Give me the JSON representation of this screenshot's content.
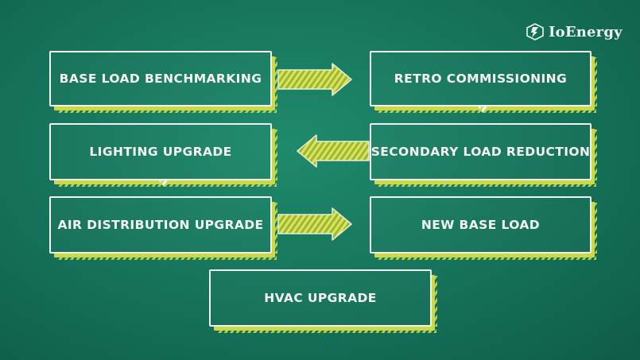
{
  "brand": {
    "name": "IoEnergy"
  },
  "boxes": {
    "base_load_benchmarking": "BASE LOAD BENCHMARKING",
    "retro_commissioning": "RETRO COMMISSIONING",
    "lighting_upgrade": "LIGHTING UPGRADE",
    "secondary_load_reduction": "SECONDARY LOAD REDUCTION",
    "air_distribution_upgrade": "AIR DISTRIBUTION UPGRADE",
    "new_base_load": "NEW BASE LOAD",
    "hvac_upgrade": "HVAC UPGRADE"
  },
  "colors": {
    "board": "#157259",
    "chalk": "#f2f5ef",
    "accent": "#c9d94a"
  }
}
